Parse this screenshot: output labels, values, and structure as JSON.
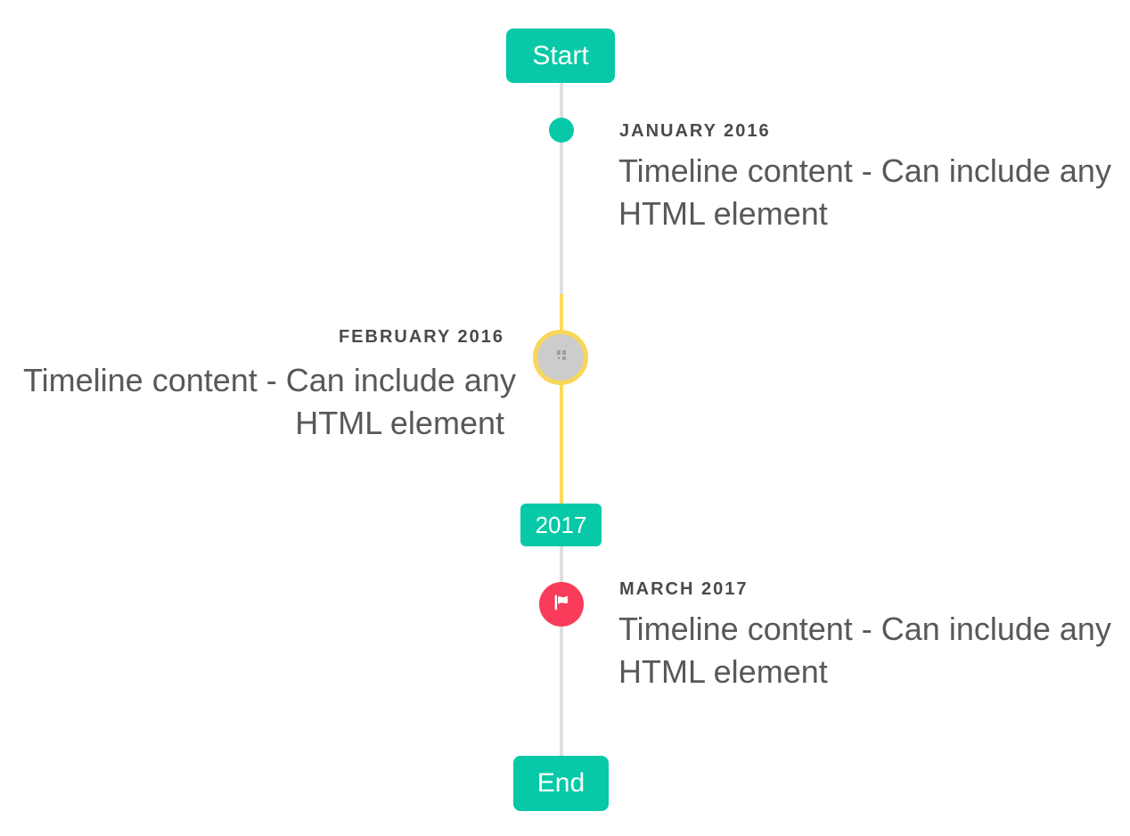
{
  "timeline": {
    "start_badge": "Start",
    "year_badge": "2017",
    "end_badge": "End",
    "colors": {
      "accent_teal": "#07c9a7",
      "highlight_yellow": "#fada5a",
      "ring_yellow": "#f8d658",
      "flag_red": "#fa3c5b",
      "line_gray": "#dfdfdf",
      "marker_gray": "#cccccc",
      "title_text": "#4a4a4a",
      "content_text": "#58585a"
    },
    "entries": [
      {
        "title": "JANUARY 2016",
        "side": "right",
        "marker": "teal-dot",
        "content_lines": [
          "Timeline content - Can include any",
          "HTML element"
        ]
      },
      {
        "title": "FEBRUARY 2016",
        "side": "left",
        "marker": "gray-circle-yellow-ring-broken-image",
        "content_lines": [
          "Timeline content - Can include any",
          "HTML element"
        ]
      },
      {
        "title": "MARCH 2017",
        "side": "right",
        "marker": "red-circle-flag",
        "content_lines": [
          "Timeline content - Can include any",
          "HTML element"
        ]
      }
    ]
  }
}
